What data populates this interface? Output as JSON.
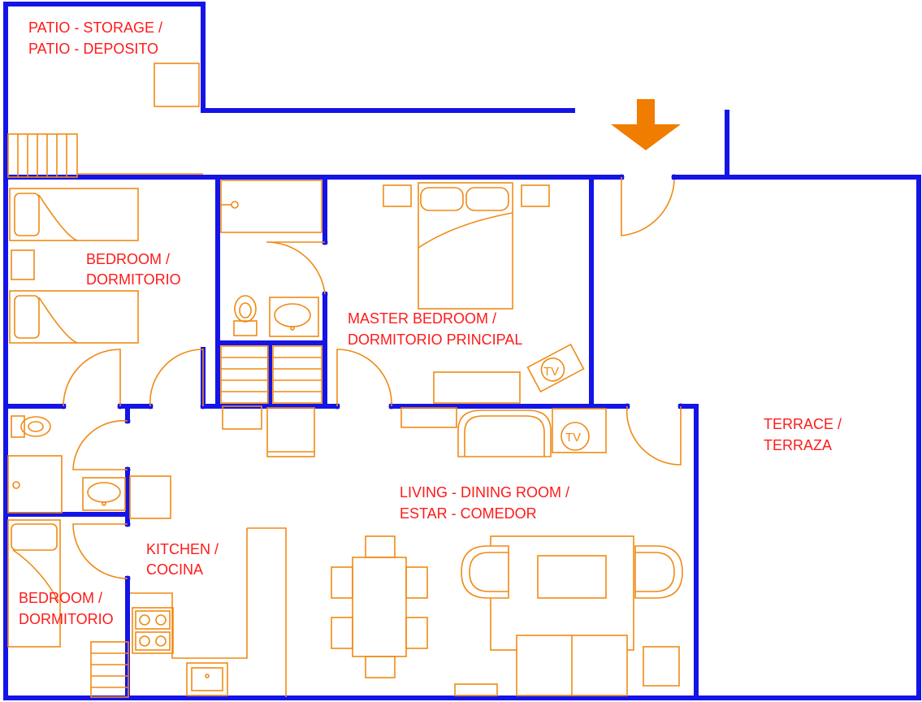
{
  "colors": {
    "walls": "#1414e8",
    "furniture": "#f08a14",
    "labels": "#ff1a1a",
    "entrance_arrow": "#f07d00",
    "background": "#ffffff"
  },
  "rooms": {
    "patio": {
      "line1": "PATIO - STORAGE /",
      "line2": "PATIO - DEPOSITO"
    },
    "bedroom_top": {
      "line1": "BEDROOM /",
      "line2": "DORMITORIO"
    },
    "master_bedroom": {
      "line1": "MASTER BEDROOM /",
      "line2": "DORMITORIO PRINCIPAL"
    },
    "terrace": {
      "line1": "TERRACE /",
      "line2": "TERRAZA"
    },
    "living_dining": {
      "line1": "LIVING - DINING ROOM /",
      "line2": "ESTAR - COMEDOR"
    },
    "kitchen": {
      "line1": "KITCHEN /",
      "line2": "COCINA"
    },
    "bedroom_bottom": {
      "line1": "BEDROOM /",
      "line2": "DORMITORIO"
    }
  },
  "tv_labels": {
    "master": "TV",
    "living": "TV"
  },
  "icons": {
    "entrance": "down-arrow-icon"
  }
}
